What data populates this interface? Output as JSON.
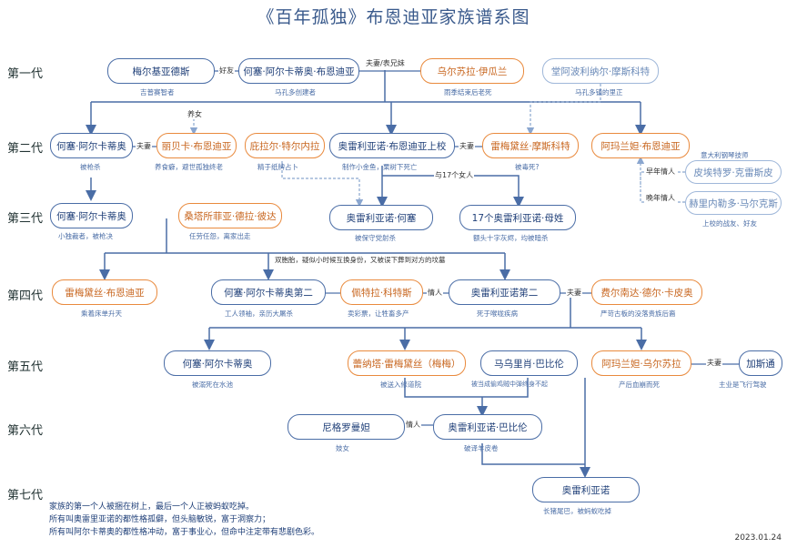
{
  "title": "《百年孤独》布恩迪亚家族谱系图",
  "generations": [
    "第一代",
    "第二代",
    "第三代",
    "第四代",
    "第五代",
    "第六代",
    "第七代"
  ],
  "people": {
    "melquiades": {
      "name": "梅尔基亚德斯",
      "note": "吉普赛智者",
      "color": "blue"
    },
    "jose_arcadio_1": {
      "name": "何塞·阿尔卡蒂奥·布恩迪亚",
      "note": "马孔多创建者",
      "color": "blue"
    },
    "ursula": {
      "name": "乌尔苏拉·伊瓜兰",
      "note": "雨季结束后老死",
      "color": "orange"
    },
    "fernanda_father": {
      "name": "堂阿波利纳尔·摩斯科特",
      "note": "马孔多镇的里正",
      "color": "lblue"
    },
    "jose_arcadio_2": {
      "name": "何塞·阿尔卡蒂奥",
      "note": "被枪杀",
      "color": "blue"
    },
    "rebeca": {
      "name": "丽贝卡·布恩迪亚",
      "note": "养食癖，避世孤独终老",
      "color": "orange"
    },
    "pilar": {
      "name": "庇拉尔·特尔内拉",
      "note": "精于纸牌占卜",
      "color": "orange"
    },
    "colonel": {
      "name": "奥雷利亚诺·布恩迪亚上校",
      "note": "制作小金鱼，栗树下死亡",
      "color": "blue"
    },
    "remedios_moscote": {
      "name": "雷梅黛丝·摩斯科特",
      "note": "被毒死?",
      "color": "orange"
    },
    "amaranta": {
      "name": "阿玛兰妲·布恩迪亚",
      "note": "",
      "color": "orange"
    },
    "pietro": {
      "name": "皮埃特罗·克雷斯皮",
      "note": "意大利钢琴技师",
      "color": "lblue"
    },
    "gerineldo": {
      "name": "赫里内勒多·马尔克斯",
      "note": "上校的战友、好友",
      "color": "lblue"
    },
    "arcadio": {
      "name": "何塞·阿尔卡蒂奥",
      "note": "小独裁者，被枪决",
      "color": "blue"
    },
    "santa_sofia": {
      "name": "桑塔所菲亚·德拉·彼达",
      "note": "任劳任怨，离家出走",
      "color": "orange"
    },
    "aureliano_jose": {
      "name": "奥雷利亚诺·何塞",
      "note": "被保守党射杀",
      "color": "blue"
    },
    "seventeen": {
      "name": "17个奥雷利亚诺·母姓",
      "note": "额头十字灰烬，均被暗杀",
      "color": "blue"
    },
    "remedios_beauty": {
      "name": "雷梅黛丝·布恩迪亚",
      "note": "乘着床单升天",
      "color": "orange"
    },
    "jose_arcadio_segundo": {
      "name": "何塞·阿尔卡蒂奥第二",
      "note": "工人领袖，亲历大屠杀",
      "color": "blue"
    },
    "petra": {
      "name": "佩特拉·科特斯",
      "note": "卖彩票，让牲畜多产",
      "color": "orange"
    },
    "aureliano_segundo": {
      "name": "奥雷利亚诺第二",
      "note": "死于喉咙疾病",
      "color": "blue"
    },
    "fernanda": {
      "name": "费尔南达·德尔·卡皮奥",
      "note": "严苛古板的没落贵族后裔",
      "color": "orange"
    },
    "jose_arcadio_5": {
      "name": "何塞·阿尔卡蒂奥",
      "note": "被溺死在水池",
      "color": "blue"
    },
    "meme": {
      "name": "蕾纳塔·雷梅黛丝（梅梅）",
      "note": "被送入修道院",
      "color": "orange"
    },
    "mauricio": {
      "name": "马乌里肖·巴比伦",
      "note": "被当成偷鸡贼中弹终身不起",
      "color": "blue"
    },
    "amaranta_ursula": {
      "name": "阿玛兰妲·乌尔苏拉",
      "note": "产后血崩而死",
      "color": "orange"
    },
    "gaston": {
      "name": "加斯通",
      "note": "主业是飞行驾驶",
      "color": "blue"
    },
    "nigromanta": {
      "name": "尼格罗曼妲",
      "note": "妓女",
      "color": "blue"
    },
    "aureliano_babilonia": {
      "name": "奥雷利亚诺·巴比伦",
      "note": "破译羊皮卷",
      "color": "blue"
    },
    "aureliano_last": {
      "name": "奥雷利亚诺",
      "note": "长猪尾巴，被蚂蚁吃掉",
      "color": "blue"
    }
  },
  "relations": {
    "friend": "好友",
    "spouse_cousin": "夫妻/表兄妹",
    "foster": "养女",
    "spouse": "夫妻",
    "seventeen_women": "与17个女人",
    "late_lover": "晚年情人",
    "early_lover": "早年情人",
    "twins_note": "双胞胎，疑似小时候互换身份，又被误下葬到对方的坟墓",
    "lover": "情人"
  },
  "footer": [
    "家族的第一个人被捆在树上，最后一个人正被蚂蚁吃掉。",
    "所有叫奥雷里亚诺的都性格孤僻，但头脑敏锐，富于洞察力；",
    "所有叫阿尔卡蒂奥的都性格冲动，富于事业心，但命中注定带有悲剧色彩。"
  ],
  "date": "2023.01.24"
}
